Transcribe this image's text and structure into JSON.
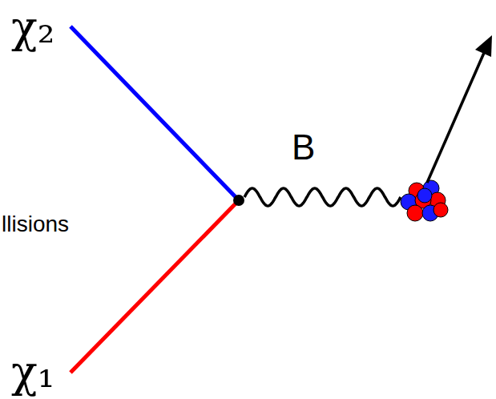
{
  "diagram": {
    "labels": [
      "χ₂",
      "B",
      "llisions",
      "χ₁"
    ]
  }
}
